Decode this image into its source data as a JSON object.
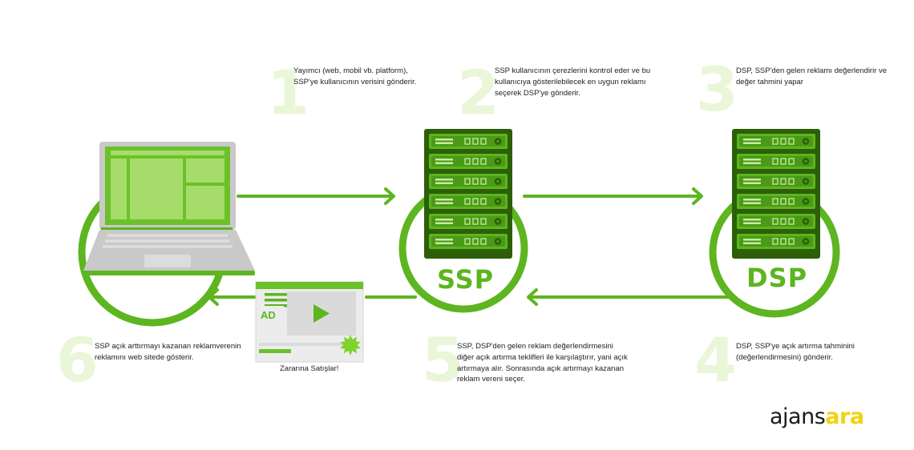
{
  "steps": [
    {
      "number": "1",
      "text": "Yayımcı (web, mobil vb. platform), SSP'ye kullanıcının verisini gönderir."
    },
    {
      "number": "2",
      "text": "SSP kullanıcının çerezlerini kontrol eder ve bu kullanıcıya gösterilebilecek en uygun reklamı seçerek DSP'ye gönderir."
    },
    {
      "number": "3",
      "text": "DSP, SSP'den gelen reklamı değerlendirir ve değer tahmini yapar"
    },
    {
      "number": "4",
      "text": "DSP, SSP'ye açık artırma tahminini (değerlendirmesini) gönderir."
    },
    {
      "number": "5",
      "text": "SSP, DSP'den gelen reklam değerlendirmesini diğer açık artırma teklifleri ile karşılaştırır, yani açık artırmaya alır. Sonrasında açık artırmayı kazanan reklam vereni seçer."
    },
    {
      "number": "6",
      "text": "SSP açık arttırmayı kazanan reklamverenin reklamını web sitede gösterir."
    }
  ],
  "nodes": {
    "ssp_label": "SSP",
    "dsp_label": "DSP",
    "ad_badge": "AD",
    "ad_caption": "Zararına Satışlar!"
  },
  "brand": {
    "part1": "ajans",
    "part2": "ara"
  },
  "colors": {
    "accent": "#5db51f",
    "accent_light": "#8dd14a",
    "number_tint": "#eaf6d8",
    "laptop_gray": "#c9c9c9",
    "brand_yellow": "#f2d30e"
  }
}
